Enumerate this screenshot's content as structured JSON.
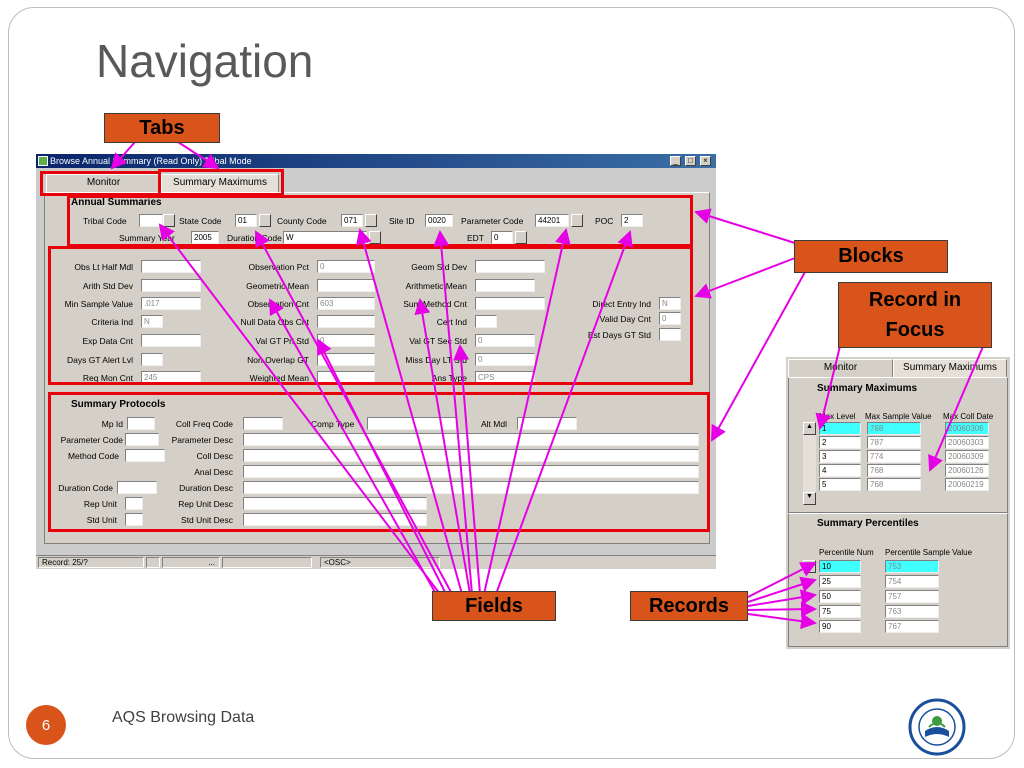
{
  "slide": {
    "title": "Navigation",
    "page_number": "6",
    "footer": "AQS Browsing Data"
  },
  "callouts": {
    "tabs": "Tabs",
    "blocks": "Blocks",
    "record_focus_line1": "Record in",
    "record_focus_line2": "Focus",
    "fields": "Fields",
    "records": "Records"
  },
  "main_window": {
    "title": "Browse Annual Summary (Read Only) Tribal Mode",
    "buttons": {
      "minimize": "_",
      "maximize": "□",
      "close": "×"
    },
    "tabs": [
      {
        "label": "Monitor"
      },
      {
        "label": "Summary Maximums"
      }
    ],
    "annual": {
      "header": "Annual Summaries",
      "tribal_code_label": "Tribal Code",
      "tribal_code": "",
      "state_code_label": "State Code",
      "state_code": "01",
      "county_code_label": "County Code",
      "county_code": "071",
      "site_id_label": "Site ID",
      "site_id": "0020",
      "parameter_code_label": "Parameter Code",
      "parameter_code": "44201",
      "poc_label": "POC",
      "poc": "2",
      "summary_year_label": "Summary Year",
      "summary_year": "2005",
      "duration_code_label": "Duration Code",
      "duration_code": "W",
      "edt_label": "EDT",
      "edt": "0"
    },
    "stats": {
      "col1": [
        {
          "label": "Obs Lt Half Mdl",
          "value": ""
        },
        {
          "label": "Arith Std Dev",
          "value": ""
        },
        {
          "label": "Min Sample Value",
          "value": ".017"
        },
        {
          "label": "Criteria Ind",
          "value": "N"
        },
        {
          "label": "Exp Data Cnt",
          "value": ""
        },
        {
          "label": "Days GT Alert Lvl",
          "value": ""
        },
        {
          "label": "Req Mon Cnt",
          "value": "245"
        }
      ],
      "col2": [
        {
          "label": "Observation Pct",
          "value": "0"
        },
        {
          "label": "Geometric Mean",
          "value": ""
        },
        {
          "label": "Observation Cnt",
          "value": "603"
        },
        {
          "label": "Null Data Obs Cnt",
          "value": ""
        },
        {
          "label": "Val GT Pri Std",
          "value": "0"
        },
        {
          "label": "Non Overlap GT",
          "value": ""
        },
        {
          "label": "Weighted Mean",
          "value": ""
        }
      ],
      "col3": [
        {
          "label": "Geom Std Dev",
          "value": ""
        },
        {
          "label": "Arithmetic Mean",
          "value": ""
        },
        {
          "label": "Sum Method Cnt",
          "value": ""
        },
        {
          "label": "Cert Ind",
          "value": ""
        },
        {
          "label": "Val GT Sec Std",
          "value": "0"
        },
        {
          "label": "Miss Day LT Std",
          "value": "0"
        },
        {
          "label": "Ans Type",
          "value": "CPS"
        }
      ],
      "col4": [
        {
          "label": "Direct Entry Ind",
          "value": "N"
        },
        {
          "label": "Valid Day Cnt",
          "value": "0"
        },
        {
          "label": "Est Days GT Std",
          "value": ""
        }
      ]
    },
    "protocols": {
      "header": "Summary Protocols",
      "mp_id_label": "Mp Id",
      "coll_freq_code_label": "Coll Freq Code",
      "comp_type_label": "Comp Type",
      "alt_mdl_label": "Alt Mdl",
      "parameter_code_label": "Parameter Code",
      "parameter_desc_label": "Parameter Desc",
      "method_code_label": "Method Code",
      "coll_desc_label": "Coll Desc",
      "anal_desc_label": "Anal Desc",
      "duration_code_label": "Duration Code",
      "duration_desc_label": "Duration Desc",
      "rep_unit_label": "Rep Unit",
      "rep_unit_desc_label": "Rep Unit Desc",
      "std_unit_label": "Std Unit",
      "std_unit_desc_label": "Std Unit Desc"
    },
    "status": {
      "record": "Record: 25/?",
      "ellipsis": "...",
      "mode": "<OSC>"
    }
  },
  "side_window": {
    "tabs": [
      {
        "label": "Monitor"
      },
      {
        "label": "Summary Maximums"
      }
    ],
    "maximums": {
      "header": "Summary Maximums",
      "col_level": "Max Level",
      "col_value": "Max Sample Value",
      "col_date": "Max Coll Date",
      "rows": [
        {
          "level": "1",
          "value": "788",
          "date": "20060306"
        },
        {
          "level": "2",
          "value": "787",
          "date": "20060303"
        },
        {
          "level": "3",
          "value": "774",
          "date": "20060309"
        },
        {
          "level": "4",
          "value": "768",
          "date": "20060126"
        },
        {
          "level": "5",
          "value": "768",
          "date": "20060219"
        }
      ]
    },
    "percentiles": {
      "header": "Summary Percentiles",
      "col_num": "Percentile Num",
      "col_value": "Percentile Sample Value",
      "rows": [
        {
          "num": "10",
          "value": "753"
        },
        {
          "num": "25",
          "value": "754"
        },
        {
          "num": "50",
          "value": "757"
        },
        {
          "num": "75",
          "value": "763"
        },
        {
          "num": "90",
          "value": "767"
        }
      ]
    }
  },
  "colors": {
    "accent": "#d9541a",
    "annotation_red": "#e8000a",
    "arrow_magenta": "#e600e6",
    "focus_cyan": "#40ffff"
  }
}
